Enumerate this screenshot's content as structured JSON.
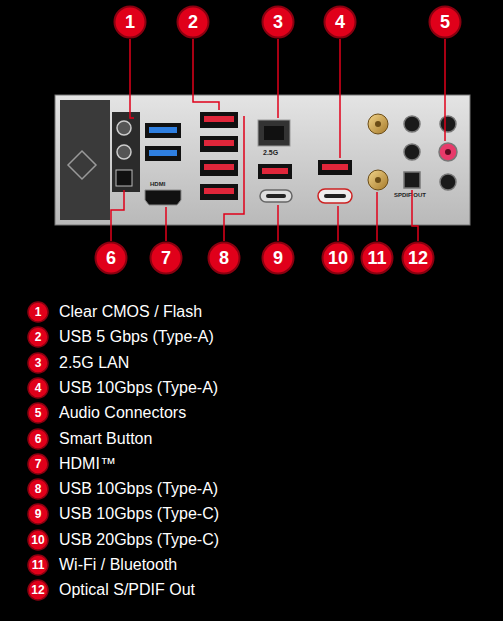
{
  "diagram": {
    "nodes": [
      {
        "text": [
          "1"
        ]
      },
      {
        "text": [
          "2"
        ]
      },
      {
        "text": [
          "3"
        ]
      },
      {
        "text": [
          "4"
        ]
      },
      {
        "text": [
          "5"
        ]
      },
      {
        "text": [
          "6"
        ]
      },
      {
        "text": [
          "7"
        ]
      },
      {
        "text": [
          "8"
        ]
      },
      {
        "text": [
          "9"
        ]
      },
      {
        "text": [
          "10"
        ]
      },
      {
        "text": [
          "11"
        ]
      },
      {
        "text": [
          "12"
        ]
      },
      {
        "text": [
          "1",
          "Clear CMOS / Flash"
        ]
      },
      {
        "text": [
          "2",
          "USB 5 Gbps (Type-A)"
        ]
      },
      {
        "text": [
          "3",
          "2.5G LAN"
        ]
      },
      {
        "text": [
          "4",
          "USB 10Gbps (Type-A)"
        ]
      },
      {
        "text": [
          "5",
          "Audio Connectors"
        ]
      },
      {
        "text": [
          "6",
          "Smart Button"
        ]
      },
      {
        "text": [
          "7",
          "HDMI™"
        ]
      },
      {
        "text": [
          "8",
          "USB 10Gbps (Type-A)"
        ]
      },
      {
        "text": [
          "9",
          "USB 10Gbps (Type-C)"
        ]
      },
      {
        "text": [
          "10",
          "USB 20Gbps (Type-C)"
        ]
      },
      {
        "text": [
          "11",
          "Wi-Fi / Bluetooth"
        ]
      },
      {
        "text": [
          "12",
          "Optical S/PDIF Out"
        ]
      }
    ],
    "labels": [
      "2.5G",
      "HDMI",
      "SPDIF OUT"
    ]
  }
}
